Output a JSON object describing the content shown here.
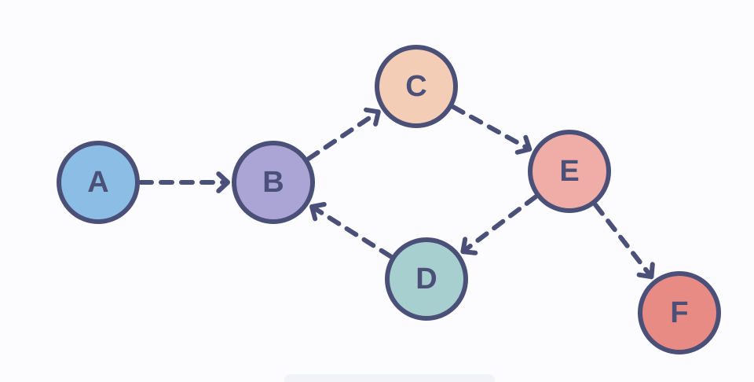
{
  "diagram": {
    "nodes": [
      {
        "id": "A",
        "label": "A",
        "fill": "#8bbde5"
      },
      {
        "id": "B",
        "label": "B",
        "fill": "#aba5d6"
      },
      {
        "id": "C",
        "label": "C",
        "fill": "#f4cdb7"
      },
      {
        "id": "D",
        "label": "D",
        "fill": "#a8cfd0"
      },
      {
        "id": "E",
        "label": "E",
        "fill": "#f0aca6"
      },
      {
        "id": "F",
        "label": "F",
        "fill": "#e98b85"
      }
    ],
    "edges": [
      {
        "from": "A",
        "to": "B",
        "style": "dashed-arrow"
      },
      {
        "from": "B",
        "to": "C",
        "style": "dashed-arrow"
      },
      {
        "from": "C",
        "to": "E",
        "style": "dashed-arrow"
      },
      {
        "from": "E",
        "to": "D",
        "style": "dashed-arrow"
      },
      {
        "from": "D",
        "to": "B",
        "style": "dashed-arrow"
      },
      {
        "from": "E",
        "to": "F",
        "style": "dashed-arrow"
      }
    ],
    "stroke_color": "#4a5078",
    "background": "#fcfcfe"
  }
}
